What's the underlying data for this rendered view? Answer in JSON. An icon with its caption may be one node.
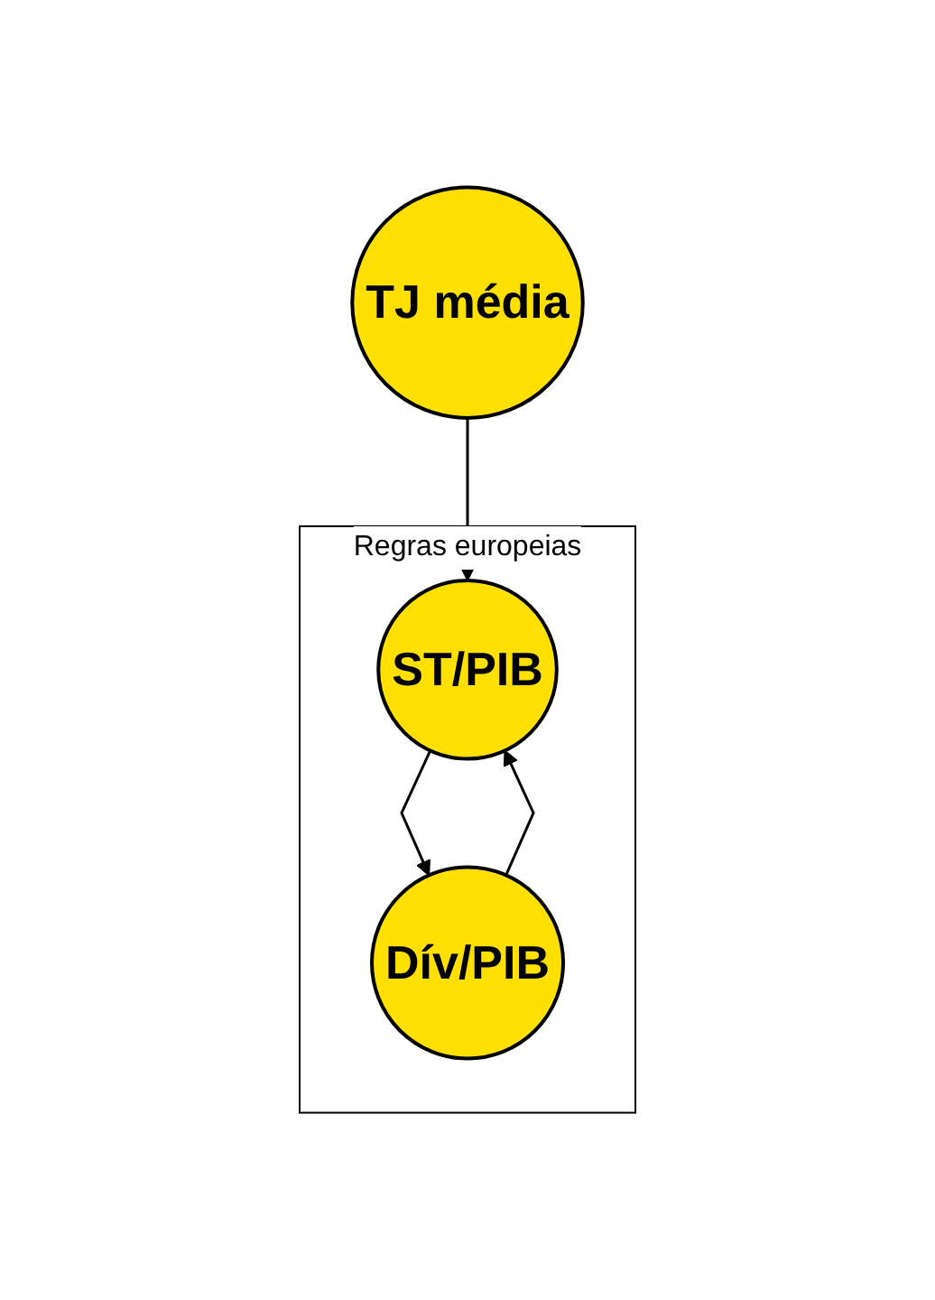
{
  "diagram": {
    "nodes": [
      {
        "text": [
          "TJ média"
        ]
      },
      {
        "text": [
          "Regras europeias"
        ]
      },
      {
        "text": [
          "ST/PIB"
        ],
        "in": 1
      },
      {
        "text": [
          "Dív/PIB"
        ],
        "in": 1
      }
    ],
    "edges": [
      {
        "from": 0,
        "to": 2,
        "arrow": "to"
      },
      {
        "from": 2,
        "to": 3,
        "arrow": "to"
      },
      {
        "from": 3,
        "to": 2,
        "arrow": "to"
      }
    ]
  }
}
